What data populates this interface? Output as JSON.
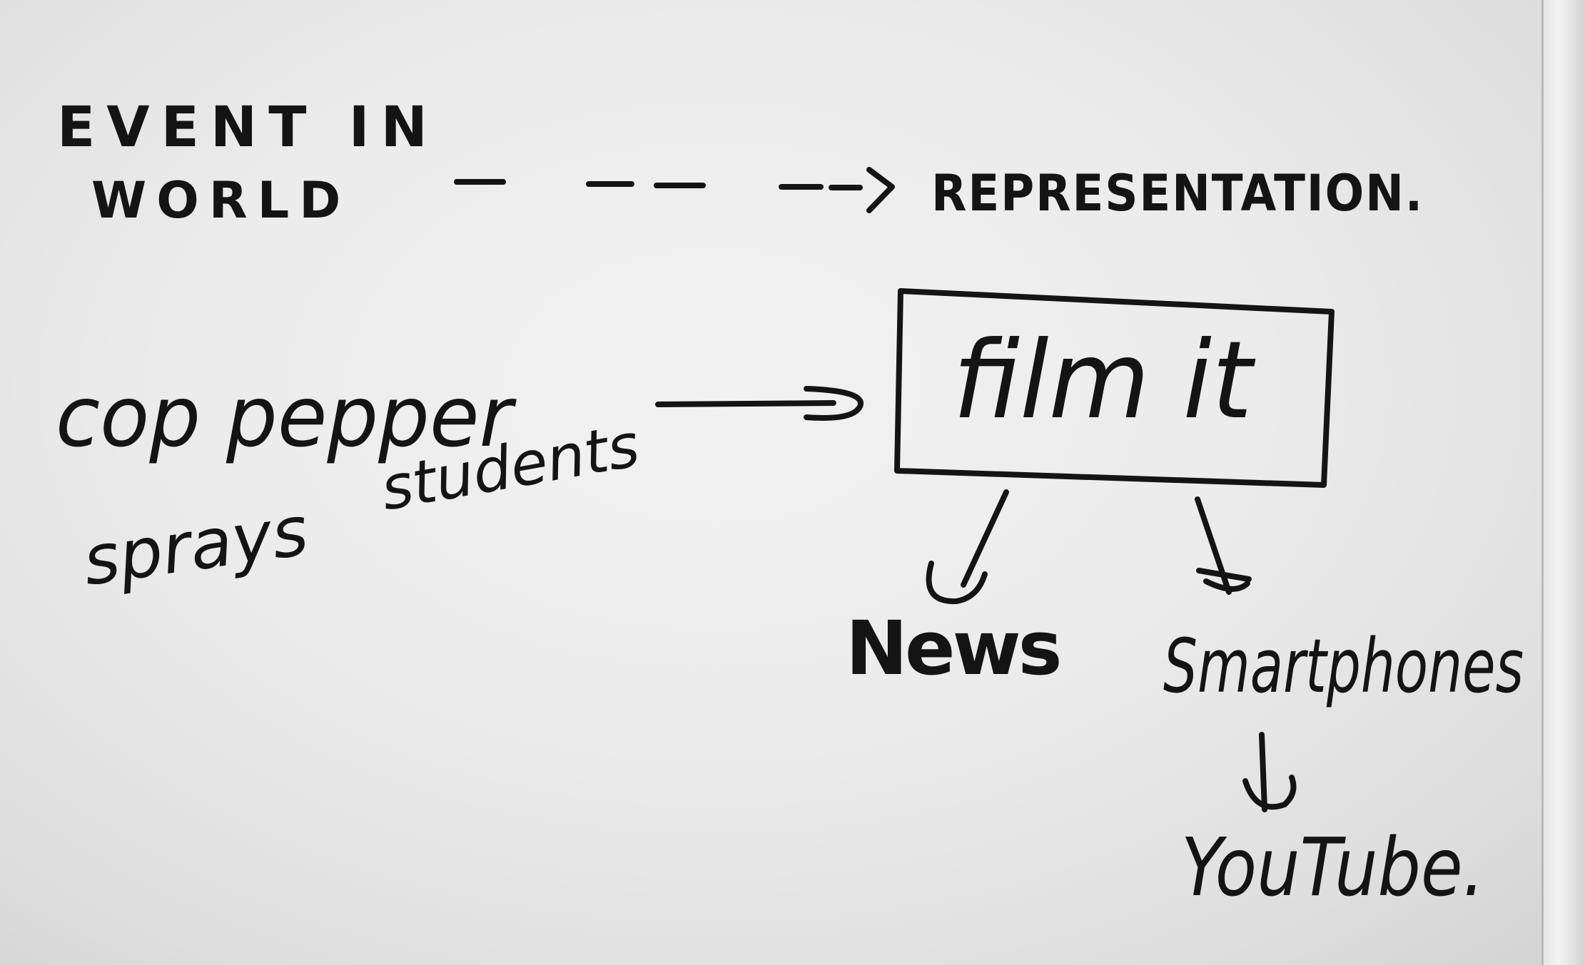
{
  "diagram": {
    "top_row": {
      "source_line1": "EVENT IN",
      "source_line2": "WORLD",
      "target": "REPRESENTATION."
    },
    "event": {
      "line1": "cop pepper",
      "line2_a": "sprays",
      "line2_b": "students"
    },
    "box_label": "film it",
    "branch_left": "News",
    "branch_right": "Smartphones",
    "branch_right_child": "YouTube."
  },
  "colors": {
    "ink": "#141414",
    "paper": "#eeeeee"
  }
}
